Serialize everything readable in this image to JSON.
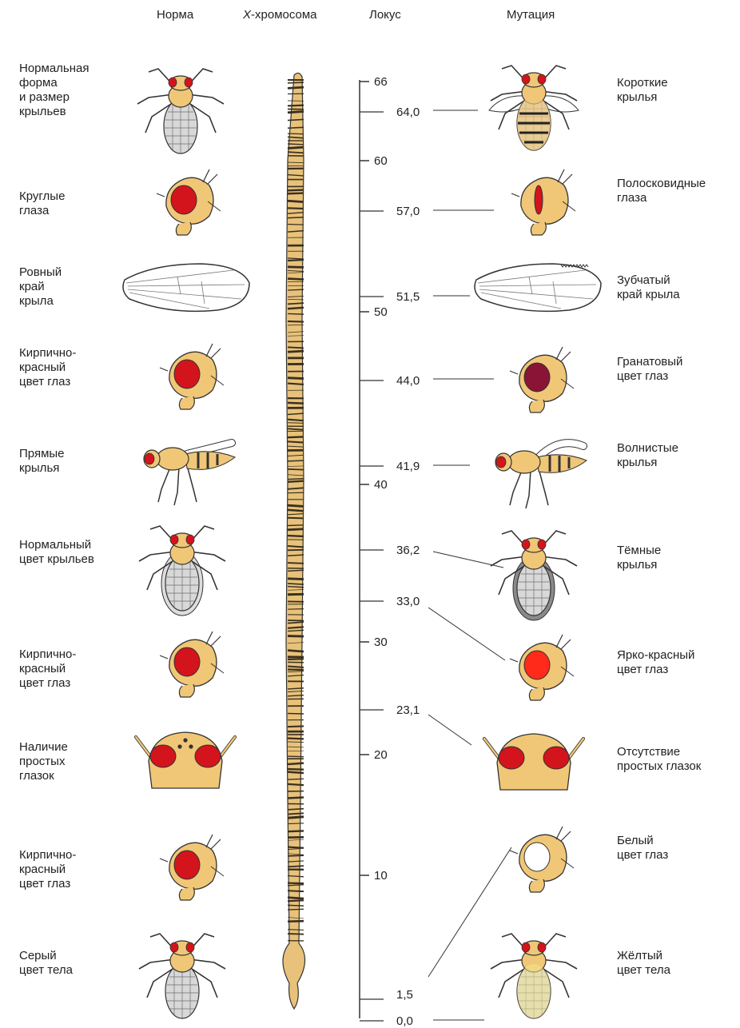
{
  "headers": {
    "norm": "Норма",
    "chromosome_prefix": "X",
    "chromosome_suffix": "-хромосома",
    "locus": "Локус",
    "mutation": "Мутация"
  },
  "normal_traits": [
    "Нормальная\nформа\nи размер\nкрыльев",
    "Круглые\nглаза",
    "Ровный\nкрай\nкрыла",
    "Кирпично-\nкрасный\nцвет глаз",
    "Прямые\nкрылья",
    "Нормальный\nцвет крыльев",
    "Кирпично-\nкрасный\nцвет глаз",
    "Наличие\nпростых\nглазок",
    "Кирпично-\nкрасный\nцвет глаз",
    "Серый\nцвет тела"
  ],
  "mutant_traits": [
    "Короткие\nкрылья",
    "Полосковидные\nглаза",
    "Зубчатый\nкрай крыла",
    "Гранатовый\nцвет глаз",
    "Волнистые\nкрылья",
    "Тёмные\nкрылья",
    "Ярко-красный\nцвет глаз",
    "Отсутствие\nпростых глазок",
    "Белый\nцвет глаз",
    "Жёлтый\nцвет тела"
  ],
  "scale_ticks": [
    "66",
    "60",
    "50",
    "40",
    "30",
    "20",
    "10"
  ],
  "loci": [
    "64,0",
    "57,0",
    "51,5",
    "44,0",
    "41,9",
    "36,2",
    "33,0",
    "23,1",
    "1,5",
    "0,0"
  ],
  "colors": {
    "eye_red": "#d3141c",
    "eye_garnet": "#8a1436",
    "eye_white": "#ffffff",
    "body_tan": "#f0c777",
    "body_grey": "#d8d8d8",
    "body_dark": "#8a8a8a",
    "chromosome": "#e8c27a"
  },
  "icons": [
    "fly-top-normal-icon",
    "fly-head-round-eye-icon",
    "wing-smooth-icon",
    "fly-head-red-eye-icon",
    "fly-side-straight-wings-icon",
    "fly-top-grey-wings-icon",
    "fly-head-red-eye-icon",
    "fly-head-ocelli-icon",
    "fly-head-red-eye-icon",
    "fly-top-grey-body-icon",
    "fly-top-short-wings-icon",
    "fly-head-bar-eye-icon",
    "wing-notched-icon",
    "fly-head-garnet-eye-icon",
    "fly-side-curly-wings-icon",
    "fly-top-dark-wings-icon",
    "fly-head-vermilion-eye-icon",
    "fly-head-no-ocelli-icon",
    "fly-head-white-eye-icon",
    "fly-top-yellow-body-icon"
  ]
}
